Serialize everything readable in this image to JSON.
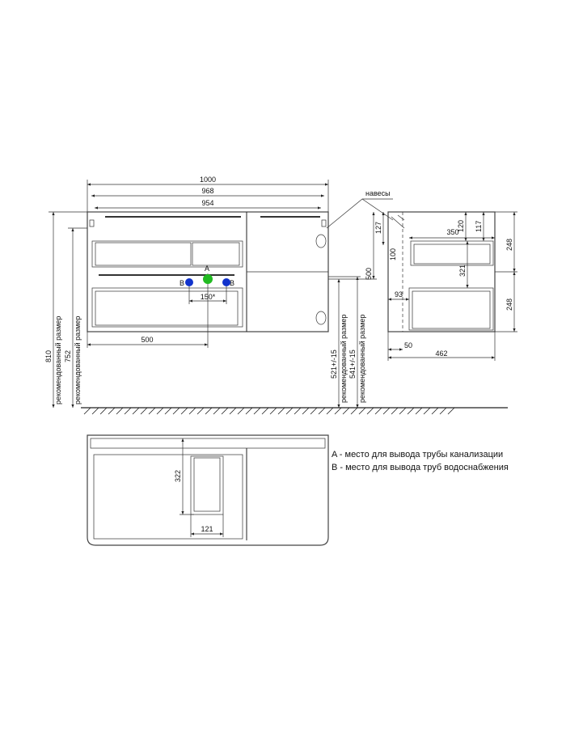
{
  "labels": {
    "hinges": "навесы",
    "point_a": "A",
    "point_b_left": "B",
    "point_b_right": "B"
  },
  "dimensions": {
    "width_total": "1000",
    "width_968": "968",
    "width_954": "954",
    "spacing_150": "150*",
    "offset_500": "500",
    "height_500": "500",
    "height_810": "810",
    "height_752": "752",
    "height_521": "521+/-15",
    "height_541": "541+/-15",
    "recommended_1": "рекомендованный размер",
    "recommended_2": "рекомендованный размер",
    "recommended_3": "рекомендованный размер",
    "recommended_4": "рекомендованный размер",
    "side_127": "127",
    "side_120": "120",
    "side_117": "117",
    "side_350": "350",
    "side_248_top": "248",
    "side_100": "100",
    "side_321": "321",
    "side_93": "93",
    "side_248_bottom": "248",
    "side_50": "50",
    "side_462": "462",
    "plan_322": "322",
    "plan_121": "121"
  },
  "legend": {
    "a_text": "A - место для вывода трубы канализации",
    "b_text": "B - место для вывода труб водоснабжения"
  },
  "colors": {
    "point_a": "#22bb22",
    "point_b": "#1133cc"
  }
}
